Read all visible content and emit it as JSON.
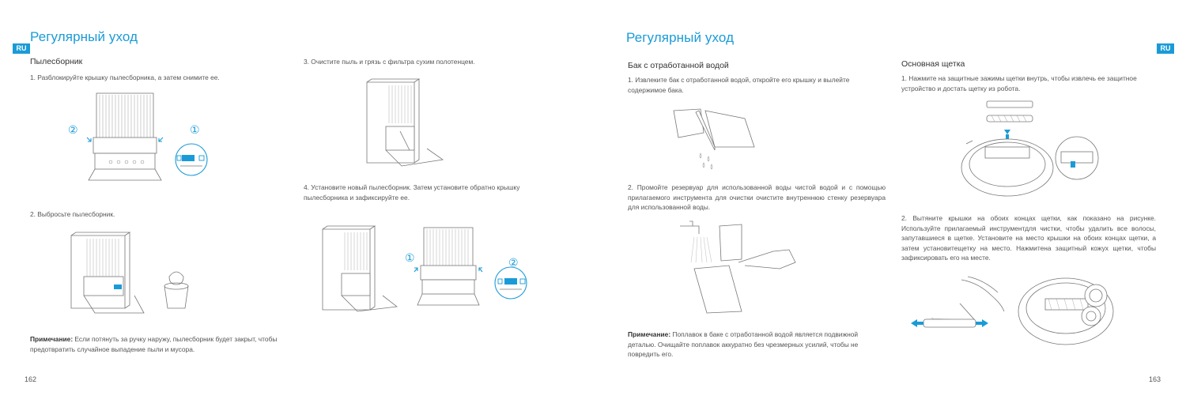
{
  "left_page": {
    "lang_tag": "RU",
    "title": "Регулярный уход",
    "section": "Пылесборник",
    "step1": "1. Разблокируйте крышку пылесборника, а затем снимите ее.",
    "step2": "2. Выбросьте пылесборник.",
    "step3": "3. Очистите пыль и грязь с фильтра сухим полотенцем.",
    "step4": "4. Установите новый пылесборник. Затем установите обратно крышку пылесборника и зафиксируйте ее.",
    "note_label": "Примечание:",
    "note_text": " Если потянуть за ручку наружу, пылесборник будет закрыт, чтобы предотвратить случайное выпадение пыли и мусора.",
    "page_number": "162",
    "callouts": [
      "②",
      "①",
      "①",
      "②"
    ]
  },
  "right_page": {
    "lang_tag": "RU",
    "title": "Регулярный уход",
    "section_a": "Бак с отработанной водой",
    "a_step1": "1. Извлеките бак с отработанной водой, откройте его крышку и вылейте содержимое бака.",
    "a_step2": "2. Промойте резервуар для использованной воды чистой водой и с помощью прилагаемого инструмента для очистки очистите внутреннюю стенку резервуара для использованной воды.",
    "note_label": "Примечание:",
    "note_text": " Поплавок в баке с отработанной водой является подвижной деталью. Очищайте поплавок аккуратно без чрезмерных усилий, чтобы не повредить его.",
    "section_b": "Основная щетка",
    "b_step1": "1. Нажмите на защитные зажимы щетки внутрь, чтобы извлечь ее защитное устройство и достать щетку из робота.",
    "b_step2": "2. Вытяните крышки на обоих концах щетки, как показано на рисунке. Используйте прилагаемый инструментдля чистки, чтобы удалить все волосы, запутавшиеся в щетке. Установите на место крышки на обоих концах щетки, а затем установитещетку на место. Нажмитена защитный кожух щетки, чтобы зафиксировать его на месте.",
    "page_number": "163"
  },
  "colors": {
    "accent": "#1a9bd7",
    "text": "#555555",
    "line_art": "#777777"
  }
}
